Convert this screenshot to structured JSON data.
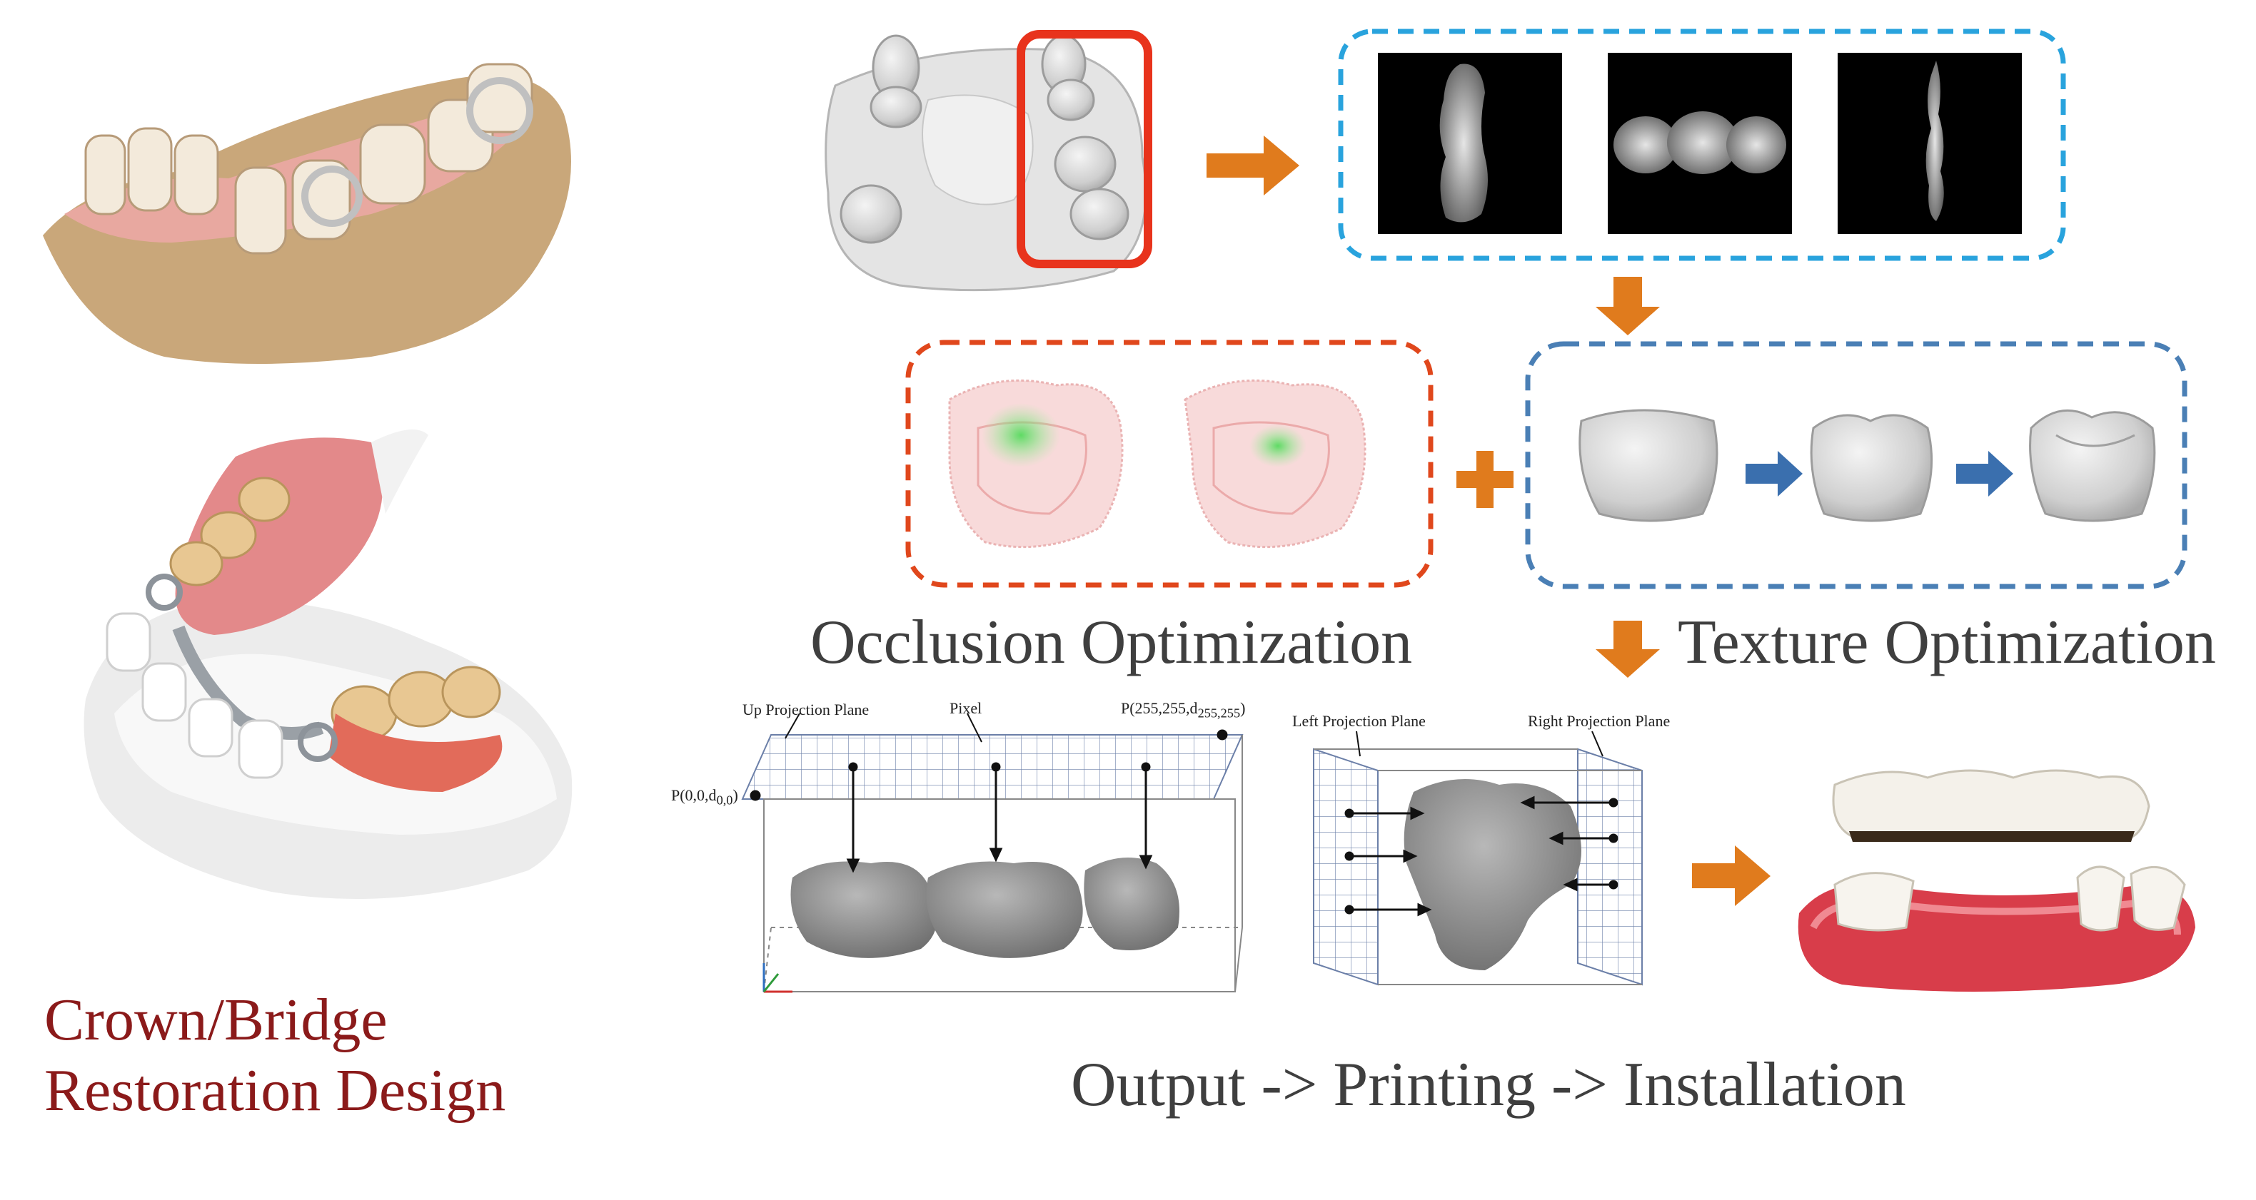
{
  "left": {
    "title_line1": "Crown/Bridge",
    "title_line2": "Restoration Design"
  },
  "captions": {
    "occlusion": "Occlusion Optimization",
    "texture": "Texture Optimization",
    "output": "Output -> Printing -> Installation"
  },
  "projection": {
    "up_plane": "Up Projection Plane",
    "pixel": "Pixel",
    "corner_max": "P(255,255,d",
    "corner_max_sub": "255,255",
    "corner_min": "P(0,0,d",
    "corner_min_sub": "0,0",
    "left_plane": "Left Projection Plane",
    "right_plane": "Right Projection Plane"
  },
  "colors": {
    "arrow_orange": "#e07b1d",
    "arrow_blue": "#3a6fae",
    "dash_light_blue": "#29a3dd",
    "dash_red": "#e0471c",
    "dash_steel_blue": "#4a7fb5",
    "highlight_red": "#e8331c",
    "caption_red": "#8b1a1a"
  }
}
